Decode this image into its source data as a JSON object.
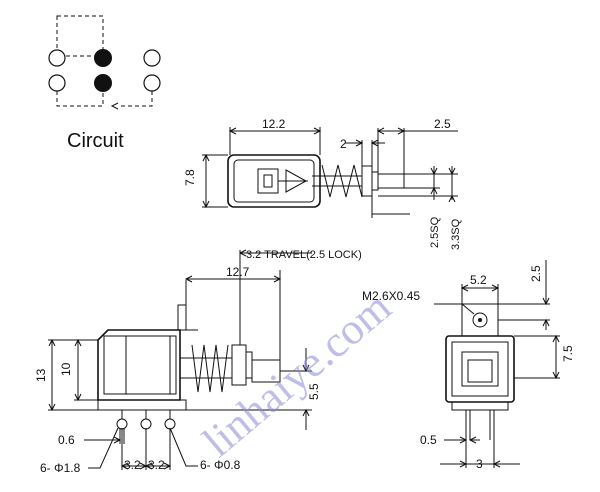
{
  "circuit_label": "Circuit",
  "top_view": {
    "width": "12.2",
    "height": "7.8",
    "gap": "2",
    "plunger": "2.5",
    "sq_inner": "2.5SQ",
    "sq_outer": "3.3SQ"
  },
  "side_view": {
    "travel": "3.2 TRAVEL(2.5 LOCK)",
    "length": "12.7",
    "height_total": "13",
    "height_body": "10",
    "plunger_height": "5.5",
    "pin_thickness": "0.6",
    "hole_dia": "6- Φ1.8",
    "pitch_1": "3.2",
    "pitch_2": "3.2",
    "pin_dia": "6- Φ0.8"
  },
  "front_view": {
    "thread": "M2.6X0.45",
    "width": "5.2",
    "top_offset": "2.5",
    "height": "7.5",
    "pin_thickness": "0.5",
    "pin_width": "3"
  },
  "watermark": "linhaiye.com"
}
